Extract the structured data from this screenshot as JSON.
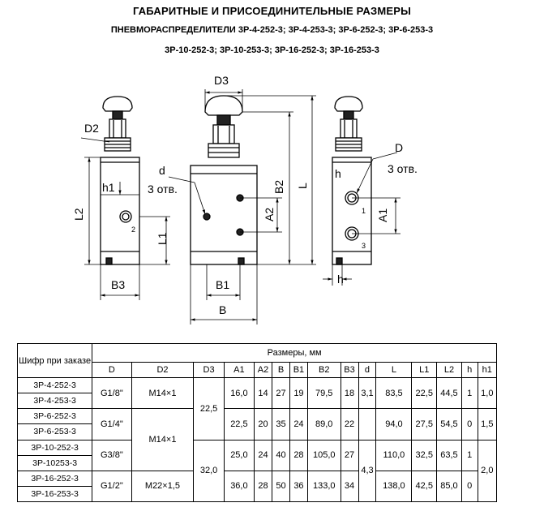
{
  "header": {
    "title": "ГАБАРИТНЫЕ И ПРИСОЕДИНИТЕЛЬНЫЕ РАЗМЕРЫ",
    "subtitle1": "ПНЕВМОРАСПРЕДЕЛИТЕЛИ 3Р-4-252-3; 3Р-4-253-3; 3Р-6-252-3; 3Р-6-253-3",
    "subtitle2": "3Р-10-252-3; 3Р-10-253-3; 3Р-16-252-3; 3Р-16-253-3"
  },
  "drawing": {
    "labels": {
      "D3": "D3",
      "D2": "D2",
      "d": "d",
      "holes3": "3 отв.",
      "h1": "h1",
      "L2": "L2",
      "L1": "L1",
      "B3": "B3",
      "B2": "B2",
      "A2": "A2",
      "B1": "B1",
      "B": "B",
      "L": "L",
      "D": "D",
      "h": "h",
      "A1": "A1",
      "port1": "1",
      "port2": "2",
      "port3": "3"
    }
  },
  "table": {
    "code_header": "Шифр при заказе",
    "dims_header": "Размеры, мм",
    "columns": [
      "D",
      "D2",
      "D3",
      "A1",
      "A2",
      "B",
      "B1",
      "B2",
      "B3",
      "d",
      "L",
      "L1",
      "L2",
      "h",
      "h1"
    ],
    "codes": [
      "3Р-4-252-3",
      "3Р-4-253-3",
      "3Р-6-252-3",
      "3Р-6-253-3",
      "3Р-10-252-3",
      "3Р-10253-3",
      "3Р-16-252-3",
      "3Р-16-253-3"
    ],
    "groups": [
      {
        "D": "G1/8\"",
        "A1": "16,0",
        "A2": "14",
        "B": "27",
        "B1": "19",
        "B2": "79,5",
        "B3": "18",
        "L": "83,5",
        "L1": "22,5",
        "L2": "44,5",
        "h": "1"
      },
      {
        "D": "G1/4\"",
        "A1": "22,5",
        "A2": "20",
        "B": "35",
        "B1": "24",
        "B2": "89,0",
        "B3": "22",
        "L": "94,0",
        "L1": "27,5",
        "L2": "54,5",
        "h": "0"
      },
      {
        "D": "G3/8\"",
        "A1": "25,0",
        "A2": "24",
        "B": "40",
        "B1": "28",
        "B2": "105,0",
        "B3": "27",
        "L": "110,0",
        "L1": "32,5",
        "L2": "63,5",
        "h": "1"
      },
      {
        "D": "G1/2\"",
        "A1": "36,0",
        "A2": "28",
        "B": "50",
        "B1": "36",
        "B2": "133,0",
        "B3": "34",
        "L": "138,0",
        "L1": "42,5",
        "L2": "85,0",
        "h": "0"
      }
    ],
    "D2_a": "M14×1",
    "D2_b": "M14×1",
    "D2_c": "M22×1,5",
    "D3_a": "22,5",
    "D3_b": "32,0",
    "d_a": "3,1",
    "d_b": "4,3",
    "h1_a": "1,0",
    "h1_b": "1,5",
    "h1_c": "2,0"
  }
}
